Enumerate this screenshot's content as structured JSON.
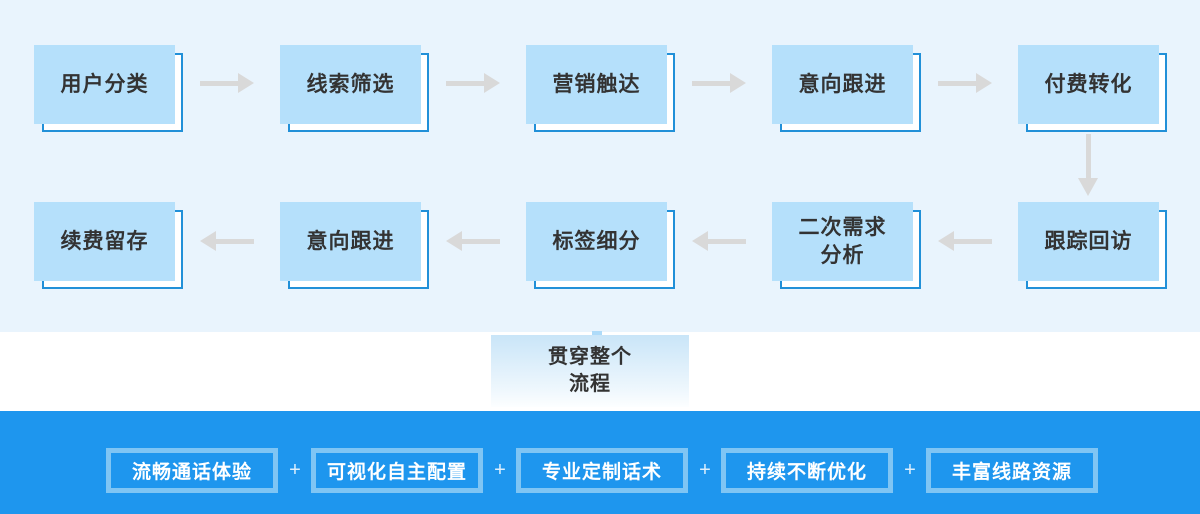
{
  "colors": {
    "flow_background": "#e9f4fd",
    "box_fill": "#b5e0fb",
    "box_outline_border": "#2190d8",
    "box_outline_fill": "#ffffff",
    "arrow_gray": "#d9d9d9",
    "text_dark": "#333333",
    "bottom_bar": "#1e96ee",
    "feature_border": "#7fc5f4",
    "feature_text": "#ffffff",
    "banner_gradient_top": "#c9e5f8",
    "banner_gradient_bottom": "#fcfeff"
  },
  "flow": {
    "row1": {
      "items": [
        {
          "lines": [
            "用户分类"
          ]
        },
        {
          "lines": [
            "线索筛选"
          ]
        },
        {
          "lines": [
            "营销触达"
          ]
        },
        {
          "lines": [
            "意向跟进"
          ]
        },
        {
          "lines": [
            "付费转化"
          ]
        }
      ]
    },
    "row2": {
      "items": [
        {
          "lines": [
            "续费留存"
          ]
        },
        {
          "lines": [
            "意向跟进"
          ]
        },
        {
          "lines": [
            "标签细分"
          ]
        },
        {
          "lines": [
            "二次需求",
            "分析"
          ]
        },
        {
          "lines": [
            "跟踪回访"
          ]
        }
      ]
    }
  },
  "banner": {
    "lines": [
      "贯穿整个",
      "流程"
    ]
  },
  "features": {
    "separator": "+",
    "items": [
      {
        "label": "流畅通话体验"
      },
      {
        "label": "可视化自主配置"
      },
      {
        "label": "专业定制话术"
      },
      {
        "label": "持续不断优化"
      },
      {
        "label": "丰富线路资源"
      }
    ]
  }
}
